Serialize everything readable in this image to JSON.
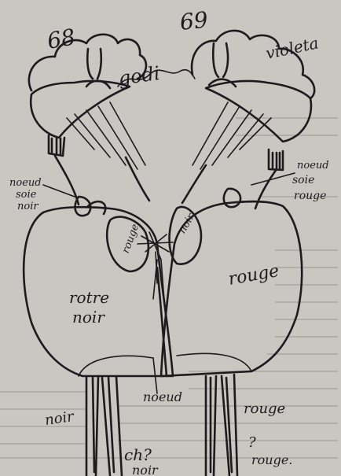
{
  "colors": {
    "paper": "#c9c7c2",
    "ink": "#1d1b1e",
    "print_text": "#8a8884"
  },
  "annotations": {
    "number_left": "68",
    "number_right": "69",
    "center_top": "godi",
    "violeta": "violeta",
    "noeud_soie_left_1": "noeud",
    "noeud_soie_left_2": "soie",
    "noeud_soie_left_3": "noir",
    "noeud_soie_right_1": "noeud",
    "noeud_soie_right_2": "soie",
    "noeud_soie_right_3": "rouge",
    "rouge_center_left": "rouge",
    "noir_center_right": "noir",
    "body_left_1": "rotre",
    "body_left_2": "noir",
    "body_right": "rouge",
    "noeud_bottom": "noeud",
    "leg_left": "noir",
    "leg_right": "rouge",
    "bottom_center_1": "ch?",
    "bottom_center_2": "noir",
    "bottom_right_1": "?",
    "bottom_right_2": "rouge."
  }
}
